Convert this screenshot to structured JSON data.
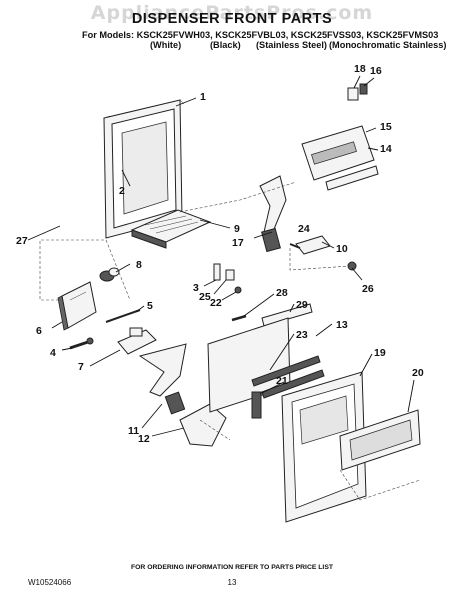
{
  "header": {
    "watermark": "AppliancePartsPros.com",
    "title": "DISPENSER FRONT PARTS",
    "models": "For Models: KSCK25FVWH03, KSCK25FVBL03, KSCK25FVSS03, KSCK25FVMS03",
    "variants": [
      "(White)",
      "(Black)",
      "(Stainless Steel)",
      "(Monochromatic Stainless)"
    ]
  },
  "callouts": [
    "1",
    "2",
    "3",
    "4",
    "5",
    "6",
    "7",
    "8",
    "9",
    "10",
    "11",
    "12",
    "13",
    "14",
    "15",
    "16",
    "17",
    "18",
    "19",
    "20",
    "21",
    "22",
    "23",
    "24",
    "25",
    "26",
    "27",
    "28",
    "29"
  ],
  "footer": {
    "info": "FOR ORDERING INFORMATION REFER TO PARTS PRICE LIST",
    "doc_number": "W10524066",
    "page_number": "13"
  }
}
